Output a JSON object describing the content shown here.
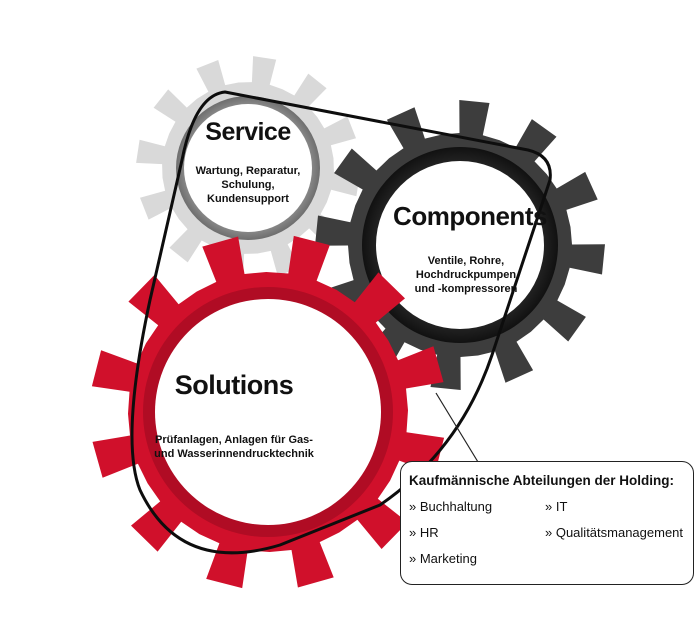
{
  "gears": {
    "service": {
      "title": "Service",
      "description": "Wartung, Reparatur,\nSchulung,\nKundensupport",
      "color": "#d9d9d9"
    },
    "components": {
      "title": "Components",
      "description": "Ventile, Rohre,\nHochdruckpumpen\nund -kompressoren",
      "color": "#3d3d3d"
    },
    "solutions": {
      "title": "Solutions",
      "description": "Prüfanlagen, Anlagen für Gas-\nund Wasserinnendrucktechnik",
      "color": "#d0102b"
    }
  },
  "holding": {
    "title": "Kaufmännische Abteilungen der Holding:",
    "items": {
      "buchhaltung": "» Buchhaltung",
      "hr": "» HR",
      "marketing": "» Marketing",
      "it": "» IT",
      "qualitaet": "» Qualitätsmanagement"
    }
  }
}
